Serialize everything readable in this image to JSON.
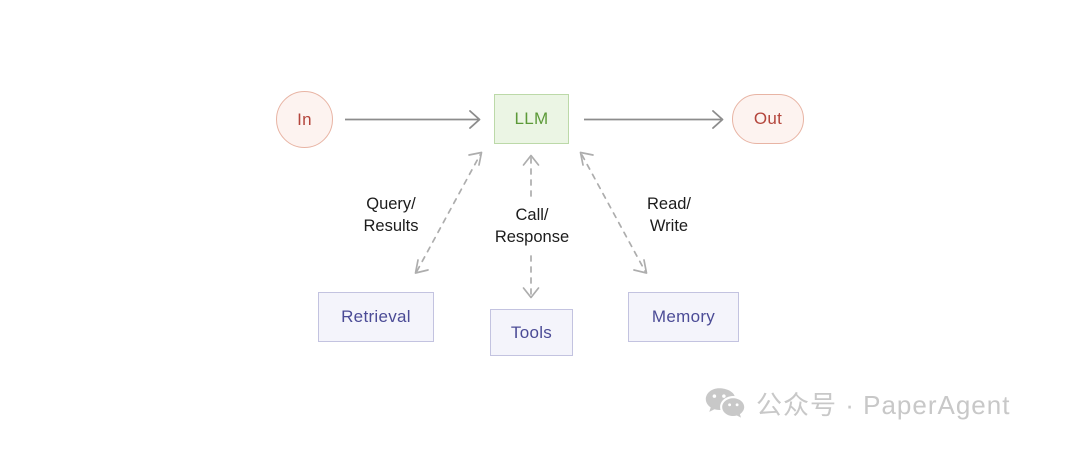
{
  "diagram": {
    "title": "LLM agent architecture flow",
    "background_color": "#ffffff",
    "nodes": {
      "input": {
        "label": "In",
        "shape": "circle",
        "fill": "#fdf3f0",
        "stroke": "#e8b4a4",
        "text_color": "#b4453c"
      },
      "llm": {
        "label": "LLM",
        "shape": "rectangle",
        "fill": "#ebf5e4",
        "stroke": "#bcd9a8",
        "text_color": "#5c9a38"
      },
      "output": {
        "label": "Out",
        "shape": "stadium",
        "fill": "#fdf3f0",
        "stroke": "#e8b4a4",
        "text_color": "#b4453c"
      },
      "retrieval": {
        "label": "Retrieval",
        "shape": "rectangle",
        "fill": "#f4f4fb",
        "stroke": "#c3c3e0",
        "text_color": "#4b4b96"
      },
      "tools": {
        "label": "Tools",
        "shape": "rectangle",
        "fill": "#f4f4fb",
        "stroke": "#c3c3e0",
        "text_color": "#4b4b96"
      },
      "memory": {
        "label": "Memory",
        "shape": "rectangle",
        "fill": "#f4f4fb",
        "stroke": "#c3c3e0",
        "text_color": "#4b4b96"
      }
    },
    "edges": {
      "in_to_llm": {
        "label": "",
        "style": "solid",
        "direction": "forward",
        "color": "#8c8c8c"
      },
      "llm_to_out": {
        "label": "",
        "style": "solid",
        "direction": "forward",
        "color": "#8c8c8c"
      },
      "llm_retrieval": {
        "label_line1": "Query/",
        "label_line2": "Results",
        "style": "dashed",
        "direction": "bidirectional",
        "color": "#adadad"
      },
      "llm_tools": {
        "label_line1": "Call/",
        "label_line2": "Response",
        "style": "dashed",
        "direction": "bidirectional",
        "color": "#adadad"
      },
      "llm_memory": {
        "label_line1": "Read/",
        "label_line2": "Write",
        "style": "dashed",
        "direction": "bidirectional",
        "color": "#adadad"
      }
    }
  },
  "watermark": {
    "icon": "wechat-icon",
    "text": "公众号 · PaperAgent",
    "color": "#c8c8c8"
  }
}
